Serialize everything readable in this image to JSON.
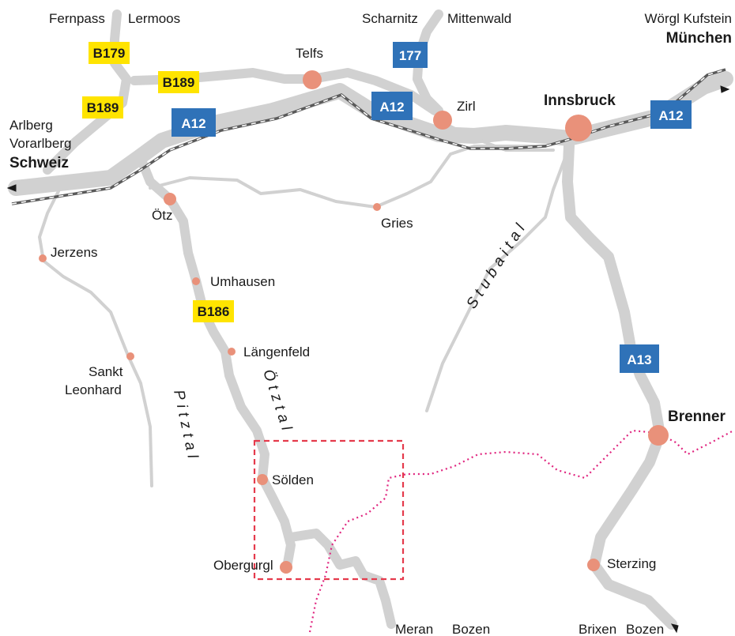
{
  "colors": {
    "road": "#d1d1d1",
    "motorway_shield": "#2f72b8",
    "federal_shield": "#ffe400",
    "town_dot": "#e9917a",
    "rail": "#5a5a5a",
    "border": "#e0257f",
    "frame": "#e53a4c"
  },
  "shields": {
    "a12_west": "A12",
    "a12_mid": "A12",
    "a12_east": "A12",
    "a13": "A13",
    "r177": "177",
    "b179": "B179",
    "b189_north": "B189",
    "b189_west": "B189",
    "b186": "B186"
  },
  "places": {
    "fernpass": "Fernpass",
    "lermoos": "Lermoos",
    "scharnitz": "Scharnitz",
    "mittenwald": "Mittenwald",
    "woergl_kufstein": "Wörgl Kufstein",
    "muenchen": "München",
    "telfs": "Telfs",
    "zirl": "Zirl",
    "innsbruck": "Innsbruck",
    "arlberg": "Arlberg",
    "vorarlberg": "Vorarlberg",
    "schweiz": "Schweiz",
    "oetz": "Ötz",
    "gries": "Gries",
    "jerzens": "Jerzens",
    "umhausen": "Umhausen",
    "laengenfeld": "Längenfeld",
    "sankt": "Sankt",
    "leonhard": "Leonhard",
    "soelden": "Sölden",
    "obergurgl": "Obergurgl",
    "brenner": "Brenner",
    "sterzing": "Sterzing",
    "meran": "Meran",
    "bozen_1": "Bozen",
    "brixen": "Brixen",
    "bozen_2": "Bozen"
  },
  "valleys": {
    "stubaital": "Stubaital",
    "oetztal": "Ötztal",
    "pitztal": "Pitztal"
  }
}
